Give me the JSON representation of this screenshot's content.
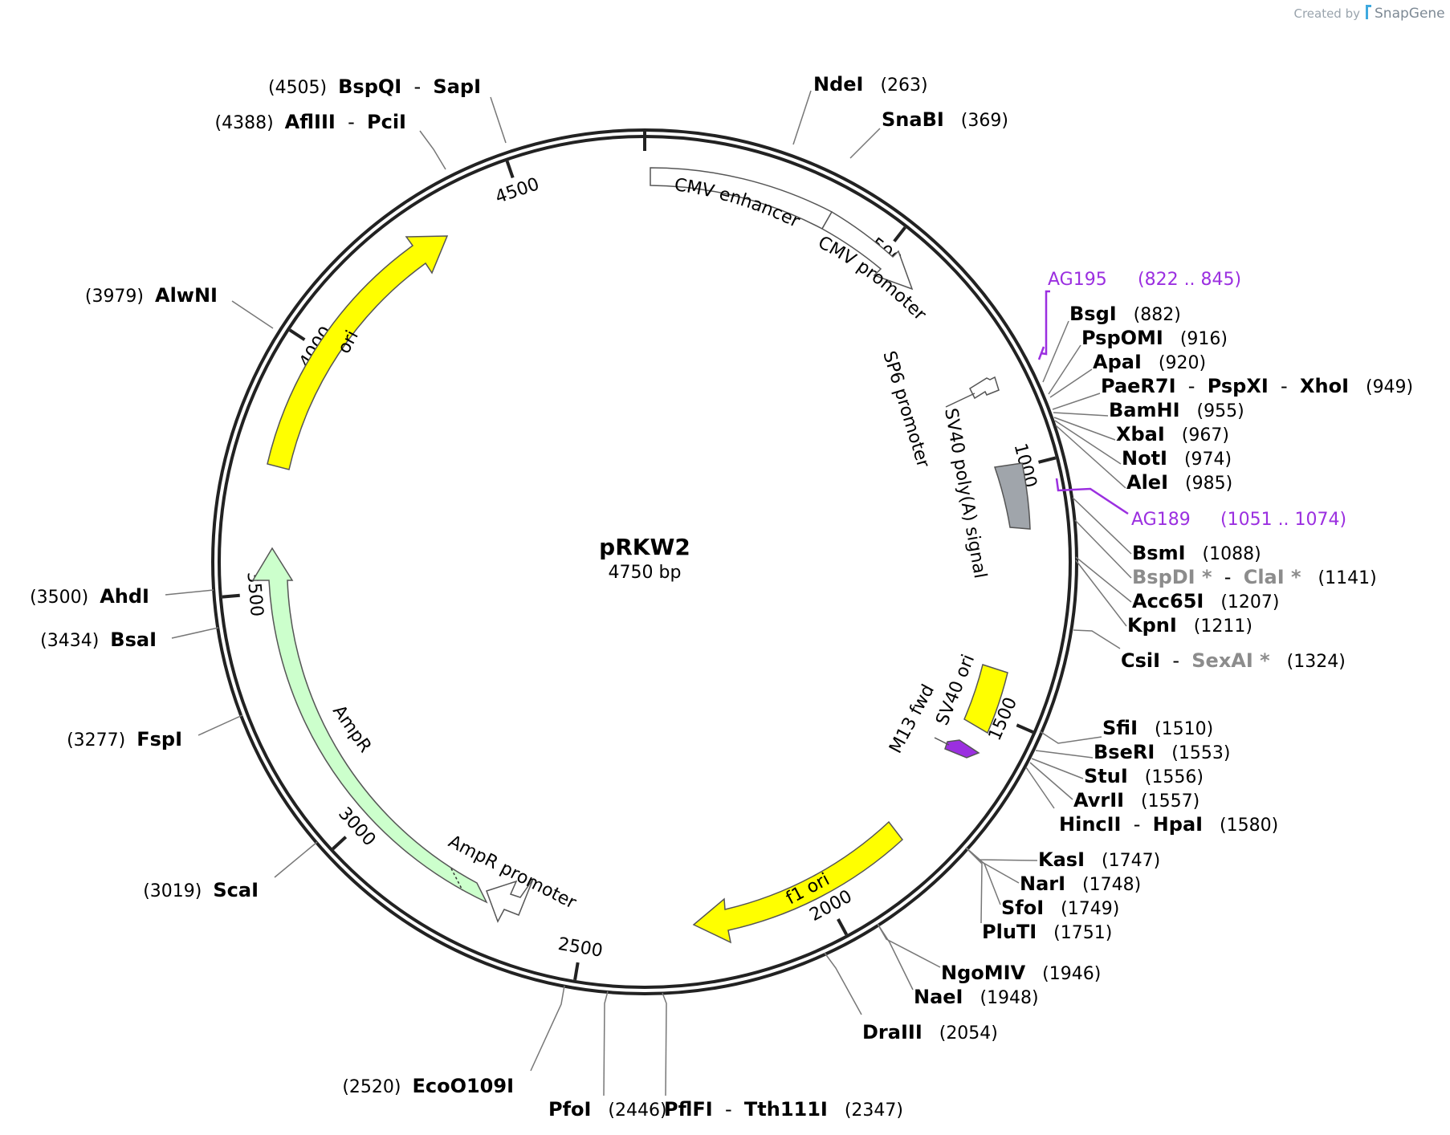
{
  "credit": {
    "prefix": "Created by",
    "brand": "SnapGene"
  },
  "plasmid": {
    "name": "pRKW2",
    "length_label": "4750 bp",
    "length": 4750
  },
  "colors": {
    "primer": "#9b2fe0",
    "ori": "#ffff00",
    "ampr": "#ccffcc",
    "polyA": "#a0a5ab",
    "m13": "#9b2fe0",
    "backbone": "#222222"
  },
  "ticks": [
    {
      "bp": 500,
      "label": "500"
    },
    {
      "bp": 1000,
      "label": "1000"
    },
    {
      "bp": 1500,
      "label": "1500"
    },
    {
      "bp": 2000,
      "label": "2000"
    },
    {
      "bp": 2500,
      "label": "2500"
    },
    {
      "bp": 3000,
      "label": "3000"
    },
    {
      "bp": 3500,
      "label": "3500"
    },
    {
      "bp": 4000,
      "label": "4000"
    },
    {
      "bp": 4500,
      "label": "4500"
    }
  ],
  "features": [
    {
      "label": "CMV enhancer"
    },
    {
      "label": "CMV promoter"
    },
    {
      "label": "SP6 promoter"
    },
    {
      "label": "SV40 poly(A) signal"
    },
    {
      "label": "SV40 ori"
    },
    {
      "label": "M13 fwd"
    },
    {
      "label": "f1 ori"
    },
    {
      "label": "AmpR promoter"
    },
    {
      "label": "AmpR"
    },
    {
      "label": "ori"
    }
  ],
  "sites": [
    {
      "id": "ndei",
      "parts": [
        "NdeI"
      ],
      "position": "(263)"
    },
    {
      "id": "snabi",
      "parts": [
        "SnaBI"
      ],
      "position": "(369)"
    },
    {
      "id": "bsgi",
      "parts": [
        "BsgI"
      ],
      "position": "(882)"
    },
    {
      "id": "pspomi",
      "parts": [
        "PspOMI"
      ],
      "position": "(916)"
    },
    {
      "id": "apai",
      "parts": [
        "ApaI"
      ],
      "position": "(920)"
    },
    {
      "id": "xhoi",
      "parts": [
        "PaeR7I",
        "PspXI",
        "XhoI"
      ],
      "position": "(949)"
    },
    {
      "id": "bamhi",
      "parts": [
        "BamHI"
      ],
      "position": "(955)"
    },
    {
      "id": "xbai",
      "parts": [
        "XbaI"
      ],
      "position": "(967)"
    },
    {
      "id": "noti",
      "parts": [
        "NotI"
      ],
      "position": "(974)"
    },
    {
      "id": "alei",
      "parts": [
        "AleI"
      ],
      "position": "(985)"
    },
    {
      "id": "bsmi",
      "parts": [
        "BsmI"
      ],
      "position": "(1088)"
    },
    {
      "id": "clai",
      "parts": [
        "BspDI *",
        "ClaI *"
      ],
      "position": "(1141)"
    },
    {
      "id": "acc65i",
      "parts": [
        "Acc65I"
      ],
      "position": "(1207)"
    },
    {
      "id": "kpni",
      "parts": [
        "KpnI"
      ],
      "position": "(1211)"
    },
    {
      "id": "csii",
      "parts": [
        "CsiI",
        "SexAI *"
      ],
      "position": "(1324)"
    },
    {
      "id": "sfii",
      "parts": [
        "SfiI"
      ],
      "position": "(1510)"
    },
    {
      "id": "bseri",
      "parts": [
        "BseRI"
      ],
      "position": "(1553)"
    },
    {
      "id": "stui",
      "parts": [
        "StuI"
      ],
      "position": "(1556)"
    },
    {
      "id": "avrii",
      "parts": [
        "AvrII"
      ],
      "position": "(1557)"
    },
    {
      "id": "hpai",
      "parts": [
        "HincII",
        "HpaI"
      ],
      "position": "(1580)"
    },
    {
      "id": "kasi",
      "parts": [
        "KasI"
      ],
      "position": "(1747)"
    },
    {
      "id": "nari",
      "parts": [
        "NarI"
      ],
      "position": "(1748)"
    },
    {
      "id": "sfoi",
      "parts": [
        "SfoI"
      ],
      "position": "(1749)"
    },
    {
      "id": "pluti",
      "parts": [
        "PluTI"
      ],
      "position": "(1751)"
    },
    {
      "id": "ngomiv",
      "parts": [
        "NgoMIV"
      ],
      "position": "(1946)"
    },
    {
      "id": "naei",
      "parts": [
        "NaeI"
      ],
      "position": "(1948)"
    },
    {
      "id": "draiii",
      "parts": [
        "DraIII"
      ],
      "position": "(2054)"
    },
    {
      "id": "pflfi",
      "parts": [
        "PflFI",
        "Tth111I"
      ],
      "position": "(2347)"
    },
    {
      "id": "pfoi",
      "parts": [
        "PfoI"
      ],
      "position": "(2446)"
    },
    {
      "id": "eco0109i",
      "parts": [
        "EcoO109I"
      ],
      "position": "(2520)"
    },
    {
      "id": "scai",
      "parts": [
        "ScaI"
      ],
      "position": "(3019)"
    },
    {
      "id": "fspi",
      "parts": [
        "FspI"
      ],
      "position": "(3277)"
    },
    {
      "id": "bsai",
      "parts": [
        "BsaI"
      ],
      "position": "(3434)"
    },
    {
      "id": "ahdi",
      "parts": [
        "AhdI"
      ],
      "position": "(3500)"
    },
    {
      "id": "alwni",
      "parts": [
        "AlwNI"
      ],
      "position": "(3979)"
    },
    {
      "id": "pcii",
      "parts": [
        "AflIII",
        "PciI"
      ],
      "position": "(4388)"
    },
    {
      "id": "sapi",
      "parts": [
        "BspQI",
        "SapI"
      ],
      "position": "(4505)"
    }
  ],
  "primers": [
    {
      "id": "ag195",
      "name": "AG195",
      "range": "(822 .. 845)"
    },
    {
      "id": "ag189",
      "name": "AG189",
      "range": "(1051 .. 1074)"
    }
  ]
}
